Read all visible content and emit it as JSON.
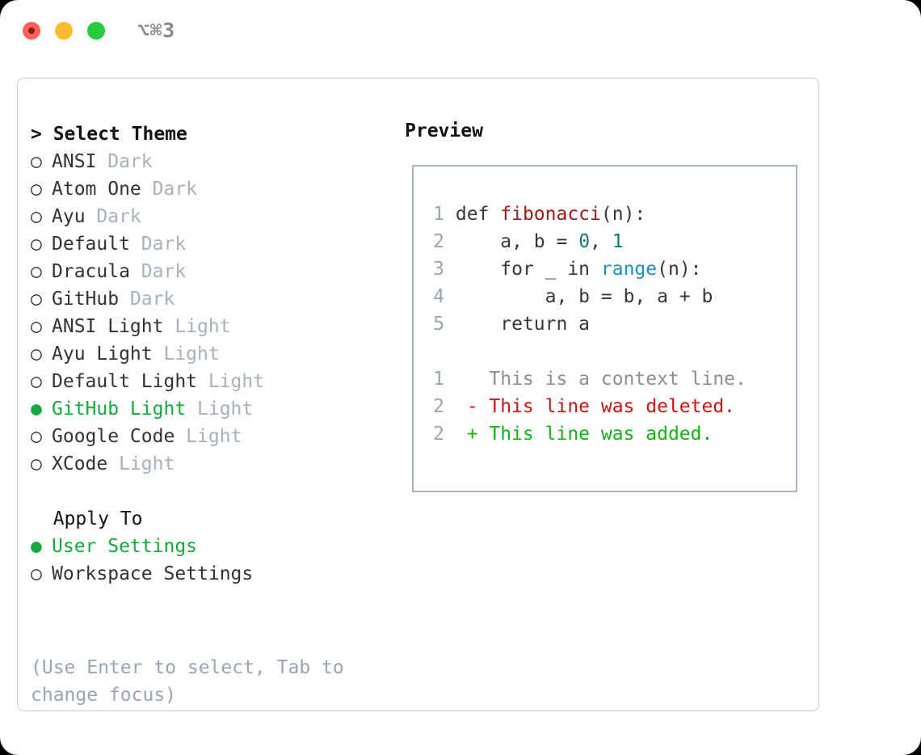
{
  "window": {
    "shortcut": "⌥⌘3",
    "traffic_lights": [
      "close-red",
      "minimize-yellow",
      "zoom-green"
    ]
  },
  "theme_list": {
    "header": "Select Theme",
    "focus_prefix": "> ",
    "focused": true,
    "items": [
      {
        "name": "ANSI",
        "tag": "Dark",
        "selected": false
      },
      {
        "name": "Atom One",
        "tag": "Dark",
        "selected": false
      },
      {
        "name": "Ayu",
        "tag": "Dark",
        "selected": false
      },
      {
        "name": "Default",
        "tag": "Dark",
        "selected": false
      },
      {
        "name": "Dracula",
        "tag": "Dark",
        "selected": false
      },
      {
        "name": "GitHub",
        "tag": "Dark",
        "selected": false
      },
      {
        "name": "ANSI Light",
        "tag": "Light",
        "selected": false
      },
      {
        "name": "Ayu Light",
        "tag": "Light",
        "selected": false
      },
      {
        "name": "Default Light",
        "tag": "Light",
        "selected": false
      },
      {
        "name": "GitHub Light",
        "tag": "Light",
        "selected": true
      },
      {
        "name": "Google Code",
        "tag": "Light",
        "selected": false
      },
      {
        "name": "XCode",
        "tag": "Light",
        "selected": false
      }
    ]
  },
  "apply_to": {
    "header": "Apply To",
    "focused": false,
    "items": [
      {
        "name": "User Settings",
        "selected": true
      },
      {
        "name": "Workspace Settings",
        "selected": false
      }
    ]
  },
  "hint": "(Use Enter to select, Tab to change focus)",
  "markers": {
    "selected": "●",
    "unselected": "○"
  },
  "preview": {
    "title": "Preview",
    "code_lines": [
      {
        "number": "1",
        "parts": [
          {
            "text": "def ",
            "type": "plain"
          },
          {
            "text": "fibonacci",
            "type": "fn"
          },
          {
            "text": "(n):",
            "type": "plain"
          }
        ]
      },
      {
        "number": "2",
        "parts": [
          {
            "text": "    a, b = ",
            "type": "plain"
          },
          {
            "text": "0",
            "type": "num"
          },
          {
            "text": ", ",
            "type": "plain"
          },
          {
            "text": "1",
            "type": "num"
          }
        ]
      },
      {
        "number": "3",
        "parts": [
          {
            "text": "    for _ in ",
            "type": "plain"
          },
          {
            "text": "range",
            "type": "call"
          },
          {
            "text": "(n):",
            "type": "plain"
          }
        ]
      },
      {
        "number": "4",
        "parts": [
          {
            "text": "        a, b = b, a + b",
            "type": "plain"
          }
        ]
      },
      {
        "number": "5",
        "parts": [
          {
            "text": "    return a",
            "type": "plain"
          }
        ]
      }
    ],
    "diff_lines": [
      {
        "number": "1",
        "prefix": "  ",
        "text": "This is a context line.",
        "kind": "ctx"
      },
      {
        "number": "2",
        "prefix": "- ",
        "text": "This line was deleted.",
        "kind": "del"
      },
      {
        "number": "2",
        "prefix": "+ ",
        "text": "This line was added.",
        "kind": "add"
      }
    ]
  },
  "colors": {
    "accent_green": "#17a73f",
    "tag_grey": "#a8b0bb",
    "hint_grey": "#9aa4b3",
    "gutter_grey": "#9aa5b3",
    "panel_border": "#c9ced6",
    "preview_border": "#aab3c0",
    "syntax_function": "#a61717",
    "syntax_number": "#0d7c78",
    "syntax_call": "#1a8fc7",
    "diff_context": "#8c8f94",
    "diff_deleted": "#cc1414",
    "diff_added": "#12b312"
  }
}
